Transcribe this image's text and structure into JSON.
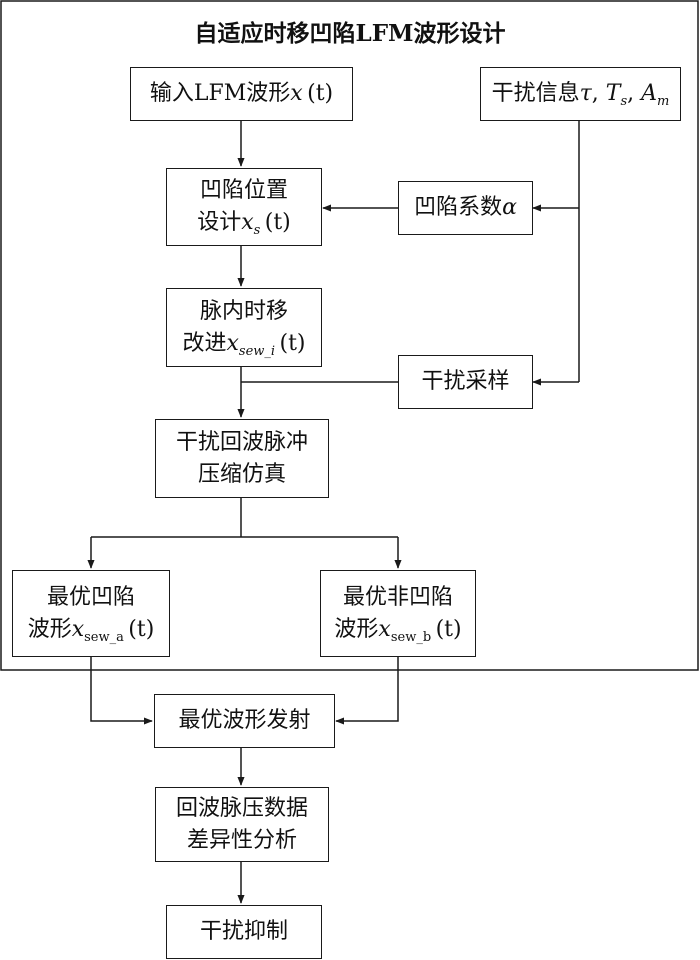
{
  "title": "自适应时移凹陷LFM波形设计",
  "nodes": {
    "input": {
      "text": "输入LFM波形",
      "math": "x",
      "arg": "(t)"
    },
    "interference_info": {
      "text": "干扰信息",
      "tau": "τ",
      "ts_base": "T",
      "ts_sub": "s",
      "am_base": "A",
      "am_sub": "m"
    },
    "notch_position": {
      "line1": "凹陷位置",
      "line2": "设计",
      "base": "x",
      "sub": "s",
      "arg": "(t)"
    },
    "notch_coeff": {
      "text": "凹陷系数",
      "math": "α"
    },
    "intra_pulse": {
      "line1": "脉内时移",
      "line2": "改进",
      "base": "x",
      "sub": "sew_i",
      "arg": "(t)"
    },
    "interference_sampling": {
      "text": "干扰采样"
    },
    "echo_sim": {
      "line1": "干扰回波脉冲",
      "line2": "压缩仿真"
    },
    "optimal_notch": {
      "line1": "最优凹陷",
      "line2": "波形",
      "base": "x",
      "sub": "sew_a",
      "arg": "(t)"
    },
    "optimal_non_notch": {
      "line1": "最优非凹陷",
      "line2": "波形",
      "base": "x",
      "sub": "sew_b",
      "arg": "(t)"
    },
    "transmit": {
      "text": "最优波形发射"
    },
    "analysis": {
      "line1": "回波脉压数据",
      "line2": "差异性分析"
    },
    "suppression": {
      "text": "干扰抑制"
    }
  }
}
